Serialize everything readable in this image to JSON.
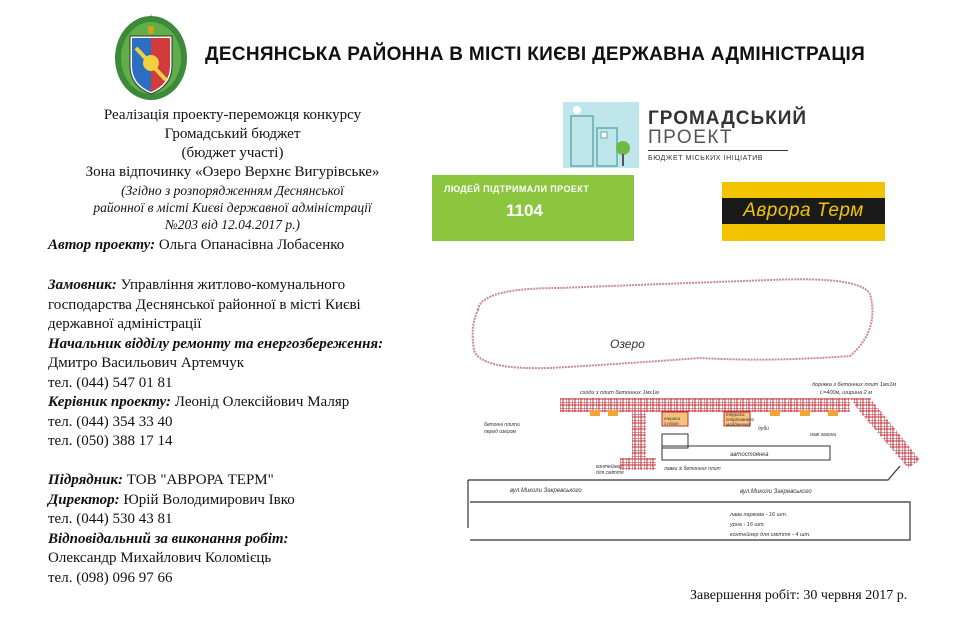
{
  "header": {
    "title": "ДЕСНЯНСЬКА РАЙОННА В МІСТІ КИЄВІ ДЕРЖАВНА АДМІНІСТРАЦІЯ"
  },
  "project": {
    "line1": "Реалізація проекту-переможця конкурсу",
    "line2": "Громадський бюджет",
    "line3": "(бюджет участі)",
    "line4": "Зона відпочинку «Озеро Верхнє Вигурівське»",
    "order1": "(Згідно з розпорядженням Деснянської",
    "order2": "районної в місті Києві державної адміністрації",
    "order3": "№203 від 12.04.2017 р.)"
  },
  "info": {
    "author_label": "Автор проекту:",
    "author_value": " Ольга Опанасівна Лобасенко",
    "customer_label": "Замовник:",
    "customer_value1": " Управління житлово-комунального",
    "customer_value2": "господарства Деснянської районної в місті Києві",
    "customer_value3": "державної адміністрації",
    "head_label": "Начальник відділу ремонту та  енергозбереження:",
    "head_name": "Дмитро Васильович Артемчук",
    "head_phone": "тел. (044) 547 01 81",
    "manager_label": "Керівник проекту:",
    "manager_value": " Леонід Олексійович Маляр",
    "manager_phone1": "тел. (044) 354 33 40",
    "manager_phone2": "тел. (050) 388 17 14",
    "contractor_label": "Підрядник:",
    "contractor_value": " ТОВ \"АВРОРА ТЕРМ\"",
    "director_label": "Директор:",
    "director_value": " Юрій Володимирович Івко",
    "director_phone": "тел. (044) 530 43 81",
    "responsible_label": "Відповідальний за виконання робіт:",
    "responsible_name": "Олександр Михайлович Коломієць",
    "responsible_phone": "тел. (098) 096 97 66"
  },
  "completion": "Завершення робіт: 30 червня 2017 р.",
  "gromadskyi": {
    "title": "ГРОМАДСЬКИЙ",
    "subtitle": "ПРОЕКТ",
    "tagline": "БЮДЖЕТ МІСЬКИХ ІНІЦІАТИВ"
  },
  "support": {
    "label": "ЛЮДЕЙ ПІДТРИМАЛИ ПРОЕКТ",
    "count": "1104"
  },
  "contractor_logo": {
    "name": "Аврора Терм"
  },
  "map": {
    "lake": "Озеро",
    "stairs": "сходи з плит бетонних 1мх1м",
    "path": "доріжка з бетонних плит 1мх1м",
    "path_size": "L=400м, ширина 2 м",
    "slabs1": "бетонні плити",
    "slabs2": "перед озером",
    "terrace1": "тераса",
    "terrace2": "з плит",
    "terrace3": "терраса",
    "terrace4": "спортивного",
    "terrace5": "майданчику",
    "trees": "дуби",
    "lawn": "нові газони",
    "parking": "автостоянка",
    "bench_container1": "контейнер",
    "bench_container2": "для сміття",
    "benches": "лавки зі бетонних плит",
    "street1": "вул.Миколи Закревського",
    "street2": "вул.Миколи Закревського",
    "legend1": "лава паркова - 16 шт.",
    "legend2": "урна - 16 шт.",
    "legend3": "контейнер для сміття - 4 шт."
  },
  "colors": {
    "support_green": "#8cc63f",
    "avrora_yellow": "#f2c400",
    "brick_red": "#c0303b",
    "outline_pink": "#c98b93"
  }
}
